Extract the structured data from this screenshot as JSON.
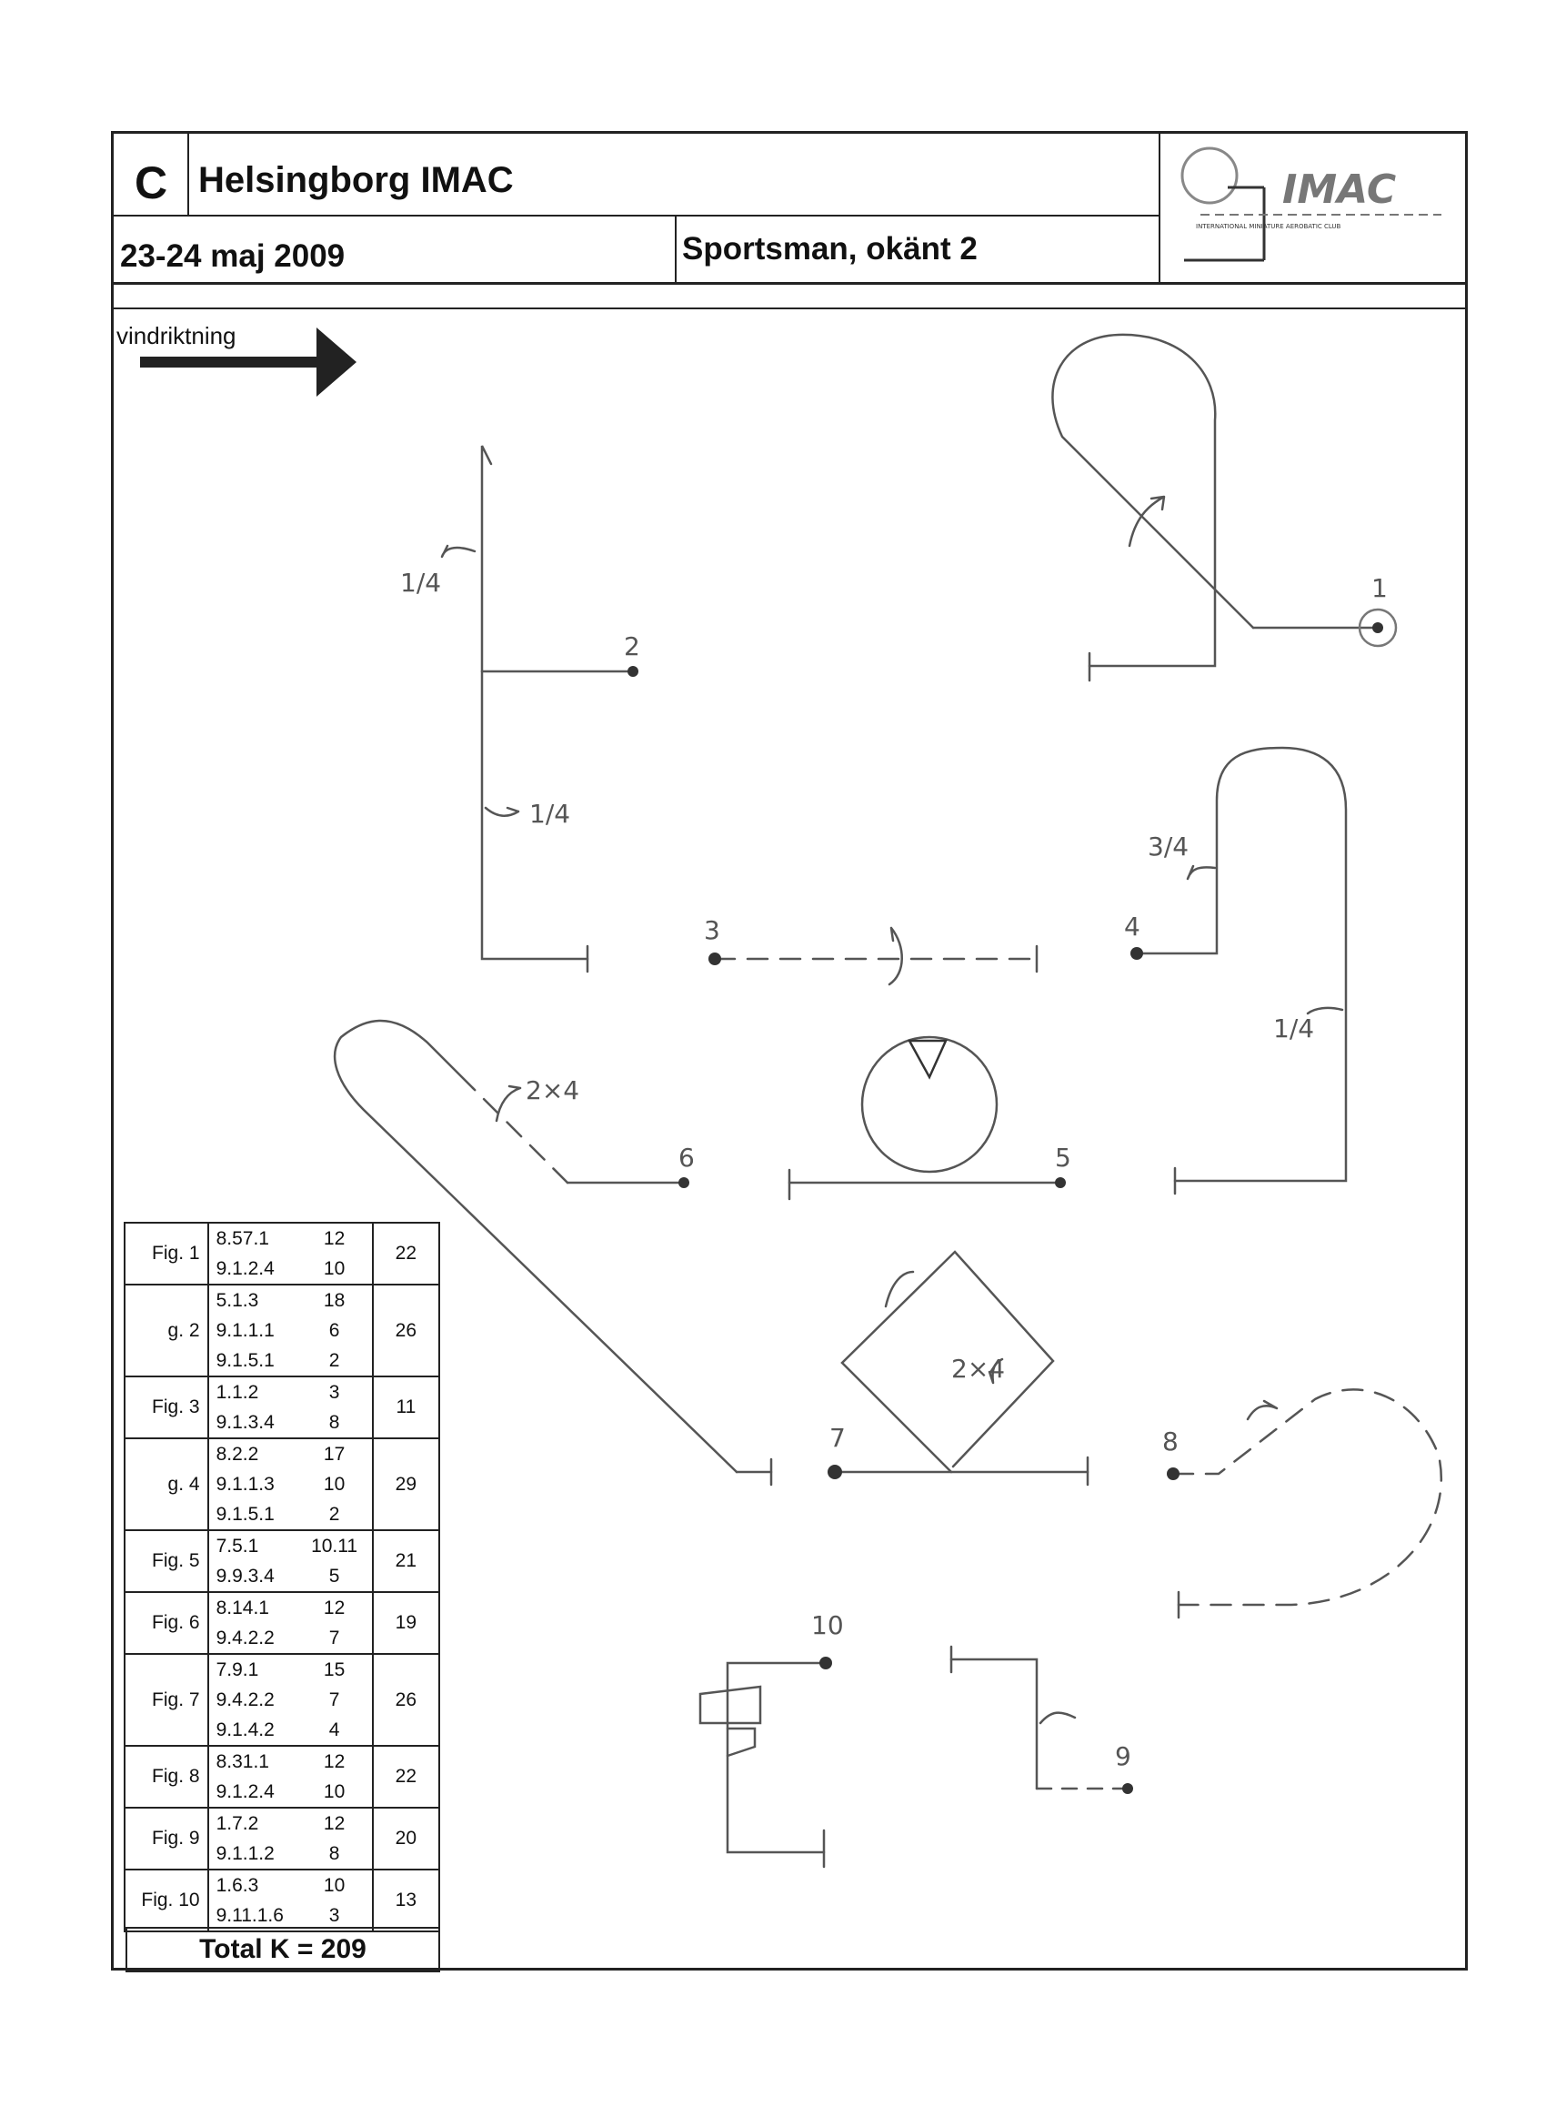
{
  "header": {
    "letter": "C",
    "title": "Helsingborg IMAC",
    "date": "23-24 maj 2009",
    "category": "Sportsman, okänt 2",
    "logo_text": "IMAC",
    "logo_subtitle": "INTERNATIONAL MINIATURE AEROBATIC CLUB"
  },
  "wind": {
    "label": "vindriktning"
  },
  "figure_labels": {
    "n1": "1",
    "n2": "2",
    "n3": "3",
    "n4": "4",
    "n5": "5",
    "n6": "6",
    "n7": "7",
    "n8": "8",
    "n9": "9",
    "n10": "10",
    "r_quarter_a": "1/4",
    "r_quarter_b": "1/4",
    "r_three_quarter": "3/4",
    "r_quarter_c": "1/4",
    "r_2x4_a": "2×4",
    "r_2x4_b": "2×4"
  },
  "ktable": {
    "rows": [
      {
        "fig": "Fig. 1",
        "lines": [
          [
            "8.57.1",
            "12"
          ],
          [
            "9.1.2.4",
            "10"
          ]
        ],
        "sum": "22"
      },
      {
        "fig": "g. 2",
        "lines": [
          [
            "5.1.3",
            "18"
          ],
          [
            "9.1.1.1",
            "6"
          ],
          [
            "9.1.5.1",
            "2"
          ]
        ],
        "sum": "26"
      },
      {
        "fig": "Fig. 3",
        "lines": [
          [
            "1.1.2",
            "3"
          ],
          [
            "9.1.3.4",
            "8"
          ]
        ],
        "sum": "11"
      },
      {
        "fig": "g. 4",
        "lines": [
          [
            "8.2.2",
            "17"
          ],
          [
            "9.1.1.3",
            "10"
          ],
          [
            "9.1.5.1",
            "2"
          ]
        ],
        "sum": "29"
      },
      {
        "fig": "Fig. 5",
        "lines": [
          [
            "7.5.1",
            "10.11"
          ],
          [
            "9.9.3.4",
            "5"
          ]
        ],
        "sum": "21"
      },
      {
        "fig": "Fig. 6",
        "lines": [
          [
            "8.14.1",
            "12"
          ],
          [
            "9.4.2.2",
            "7"
          ]
        ],
        "sum": "19"
      },
      {
        "fig": "Fig. 7",
        "lines": [
          [
            "7.9.1",
            "15"
          ],
          [
            "9.4.2.2",
            "7"
          ],
          [
            "9.1.4.2",
            "4"
          ]
        ],
        "sum": "26"
      },
      {
        "fig": "Fig. 8",
        "lines": [
          [
            "8.31.1",
            "12"
          ],
          [
            "9.1.2.4",
            "10"
          ]
        ],
        "sum": "22"
      },
      {
        "fig": "Fig. 9",
        "lines": [
          [
            "1.7.2",
            "12"
          ],
          [
            "9.1.1.2",
            "8"
          ]
        ],
        "sum": "20"
      },
      {
        "fig": "Fig. 10",
        "lines": [
          [
            "1.6.3",
            "10"
          ],
          [
            "9.11.1.6",
            "3"
          ]
        ],
        "sum": "13"
      }
    ],
    "total": "Total K = 209"
  }
}
